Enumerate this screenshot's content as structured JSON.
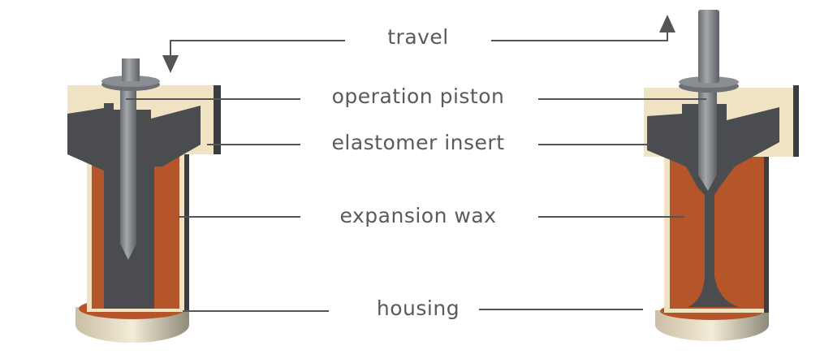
{
  "labels": {
    "travel": "travel",
    "operation_piston": "operation piston",
    "elastomer_insert": "elastomer insert",
    "expansion_wax": "expansion wax",
    "housing": "housing"
  },
  "colors": {
    "housing": "#efe3c3",
    "housing_edge": "#3a3d42",
    "elastomer": "#4a4c50",
    "wax": "#b4562a",
    "piston": "#808389",
    "leader": "#555555"
  }
}
